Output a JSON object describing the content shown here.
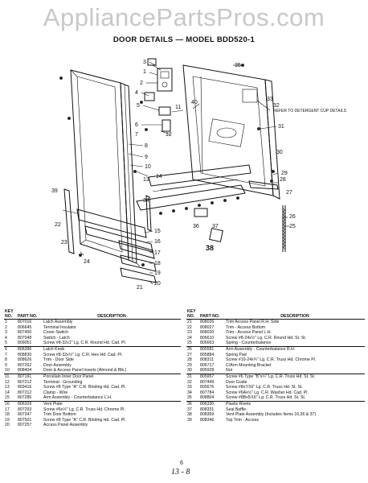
{
  "watermark": "AppliancePartsPros.com",
  "title": "DOOR DETAILS — MODEL BDD520-1",
  "callouts": {
    "n1": "1",
    "n2": "2",
    "n3": "3",
    "n4": "4",
    "n5": "5",
    "n6": "6",
    "n7": "7",
    "n8": "8",
    "n9": "9",
    "n10": "10",
    "n11": "11",
    "n12": "12",
    "n13": "13",
    "n14": "14",
    "n15": "15",
    "n16": "16",
    "n17": "17",
    "n18": "18",
    "n19": "19",
    "n20": "20",
    "n21": "21",
    "n22": "22",
    "n23": "23",
    "n24": "24",
    "n25": "25",
    "n26": "26",
    "n27": "27",
    "n28": "28",
    "n29": "29",
    "n30": "30",
    "n31": "31",
    "n32": "32",
    "n33": "33",
    "n34": "34",
    "n35": "35",
    "n36": "36",
    "n37": "37",
    "n38": "38",
    "n39": "39",
    "n40": "40"
  },
  "detergent_note": "REFER TO DETERGENT CUP DETAILS",
  "table_headers": {
    "key": "KEY NO.",
    "part": "PART NO.",
    "desc": "DESCRIPTION"
  },
  "parts_left": [
    {
      "k": "1",
      "p": "807016",
      "d": "Latch Assembly"
    },
    {
      "k": "2",
      "p": "806645",
      "d": "Terminal Insulator"
    },
    {
      "k": "3",
      "p": "807450",
      "d": "Cover-Switch"
    },
    {
      "k": "4",
      "p": "807048",
      "d": "Switch - Latch"
    },
    {
      "k": "5",
      "p": "809051",
      "d": "Screw #8-32x1\" Lg. C.R. Round Hd. Cad. Pl."
    },
    {
      "k": "6",
      "p": "806396",
      "d": "Latch Knob"
    },
    {
      "k": "7",
      "p": "808830",
      "d": "Screw #8-32x½\" Lg. C.R. Hex Hd. Cad. Pl."
    },
    {
      "k": "8",
      "p": "808626",
      "d": "Trim - Door Side"
    },
    {
      "k": "9",
      "p": "807262",
      "d": "Door Assembly"
    },
    {
      "k": "10",
      "p": "808404",
      "d": "Door & Access Panel Inserts (Almond & Blk.)"
    },
    {
      "k": "11",
      "p": "807191",
      "d": "Porcelain Inner Door Panel"
    },
    {
      "k": "12",
      "p": "807212",
      "d": "Terminal - Grounding"
    },
    {
      "k": "13",
      "p": "803416",
      "d": "Screw #8 Type \"A\" C.R. Binding Hd. Cad. Pl."
    },
    {
      "k": "14",
      "p": "807212",
      "d": "Clamp - Wire"
    },
    {
      "k": "15",
      "p": "807285",
      "d": "Arm Assembly - Counterbalance L.H."
    },
    {
      "k": "16",
      "p": "806329",
      "d": "Vent Plate"
    },
    {
      "k": "17",
      "p": "807293",
      "d": "Screw #6x½\" Lg. C.R. Truss Hd. Chrome Pl."
    },
    {
      "k": "18",
      "p": "807347",
      "d": "Trim Door Bottom"
    },
    {
      "k": "19",
      "p": "807501",
      "d": "Screw #8 Type \"A\" C.R. Binding Hd. Cad. Pl."
    },
    {
      "k": "20",
      "p": "807257",
      "d": "Access Panel Assembly"
    }
  ],
  "parts_right": [
    {
      "k": "21",
      "p": "808026",
      "d": "Trim Access Panel R.H. Side"
    },
    {
      "k": "22",
      "p": "808027",
      "d": "Trim - Access Bottom"
    },
    {
      "k": "23",
      "p": "808020",
      "d": "Trim - Access Panel L.H."
    },
    {
      "k": "24",
      "p": "806610",
      "d": "Screw #8-24x½\" Lg. C.R. Round Hd. St. St."
    },
    {
      "k": "25",
      "p": "805663",
      "d": "Spring - Counterbalance"
    },
    {
      "k": "26",
      "p": "805581",
      "d": "Arm Assembly - Counterbalance R.H."
    },
    {
      "k": "27",
      "p": "805884",
      "d": "Spring Pad"
    },
    {
      "k": "28",
      "p": "808311",
      "d": "Screw #10-24x¾\" Lg. C.R. Truss Hd. Chrome Pl."
    },
    {
      "k": "29",
      "p": "806717",
      "d": "C/Arm Mounting Bracket"
    },
    {
      "k": "30",
      "p": "805928",
      "d": "Nut"
    },
    {
      "k": "31",
      "p": "805957",
      "d": "Screw #6 Type \"B\"x¼\" Lg. C.R. Truss Hd. St. St."
    },
    {
      "k": "32",
      "p": "807449",
      "d": "Door Guide"
    },
    {
      "k": "33",
      "p": "805676",
      "d": "Screw #8x7/16\" Lg. C.R. Truss Hd. St. St."
    },
    {
      "k": "34",
      "p": "807784",
      "d": "Screw #6Ax½\" Lg. C.R. Washer Hd. Cad. Pl."
    },
    {
      "k": "35",
      "p": "808804",
      "d": "Screw #8Bx5/16\" Lg. C.R. Truss Hd. St. St."
    },
    {
      "k": "36",
      "p": "806330",
      "d": "Plastic Rivets"
    },
    {
      "k": "37",
      "p": "808331",
      "d": "Seal Baffle"
    },
    {
      "k": "38",
      "p": "808369",
      "d": "Vent Plate Assembly (Includes Items 16,36 & 37)"
    },
    {
      "k": "39",
      "p": "808346",
      "d": "Top Trim - Access"
    }
  ],
  "page_number": "6",
  "handwritten": "13 - 8"
}
